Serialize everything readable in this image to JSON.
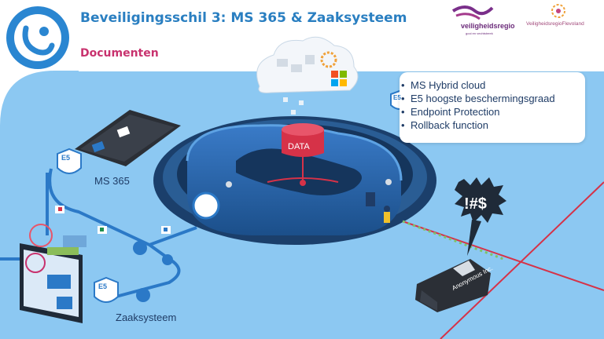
{
  "header": {
    "title": "Beveiligingsschil 3: MS 365 & Zaaksysteem",
    "subtitle": "Documenten"
  },
  "logos": {
    "left_org": "veiligheidsregio",
    "left_org_sub": "gooi en vechtstreek",
    "right_org": "VeiligheidsregioFlevoland"
  },
  "features": [
    "MS Hybrid cloud",
    "E5 hoogste beschermingsgraad",
    "Endpoint Protection",
    "Rollback function"
  ],
  "labels": {
    "ms365": "MS 365",
    "zaaksysteem": "Zaaksysteem",
    "data": "DATA",
    "shield": "E5",
    "threat": "!#$",
    "anonymous": "Anonymous Inc."
  },
  "colors": {
    "background": "#8cc8f2",
    "title": "#2a7fc1",
    "subtitle": "#c8326e",
    "ring": "#1e5a96",
    "data_cylinder": "#d63248",
    "attack_line": "#d63248"
  }
}
